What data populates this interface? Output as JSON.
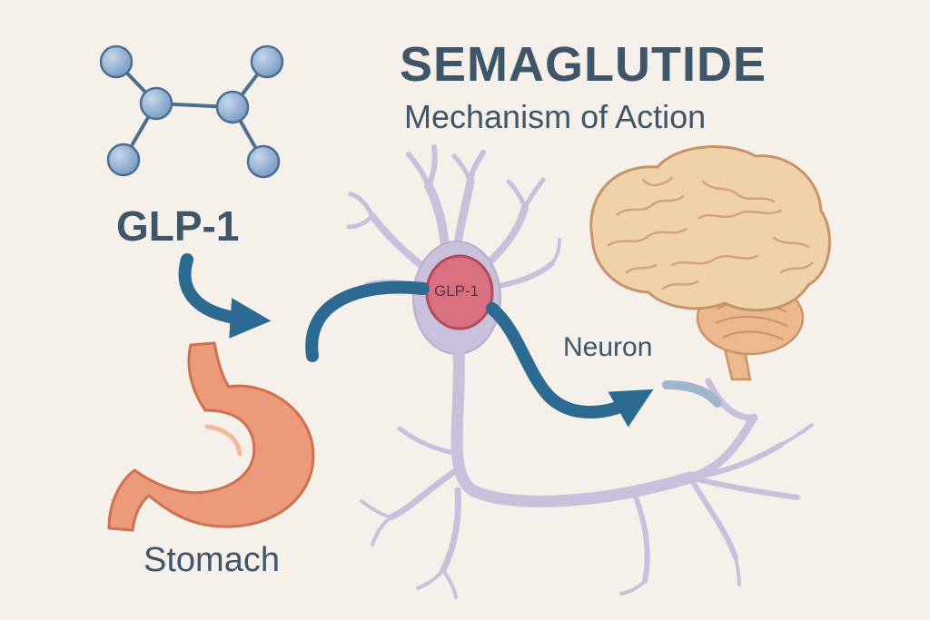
{
  "title": "SEMAGLUTIDE",
  "subtitle": "Mechanism of Action",
  "labels": {
    "molecule": "GLP-1",
    "stomach": "Stomach",
    "neuron": "Neuron",
    "soma": "GLP-1"
  },
  "colors": {
    "background": "#f5f0ea",
    "text": "#3f5568",
    "arrow": "#2c6a91",
    "atom": "#8fb0d2",
    "neuron": "#c9c0db",
    "soma": "#d9707f",
    "stomach": "#ec9a7c",
    "brain": "#f0d2aa"
  }
}
